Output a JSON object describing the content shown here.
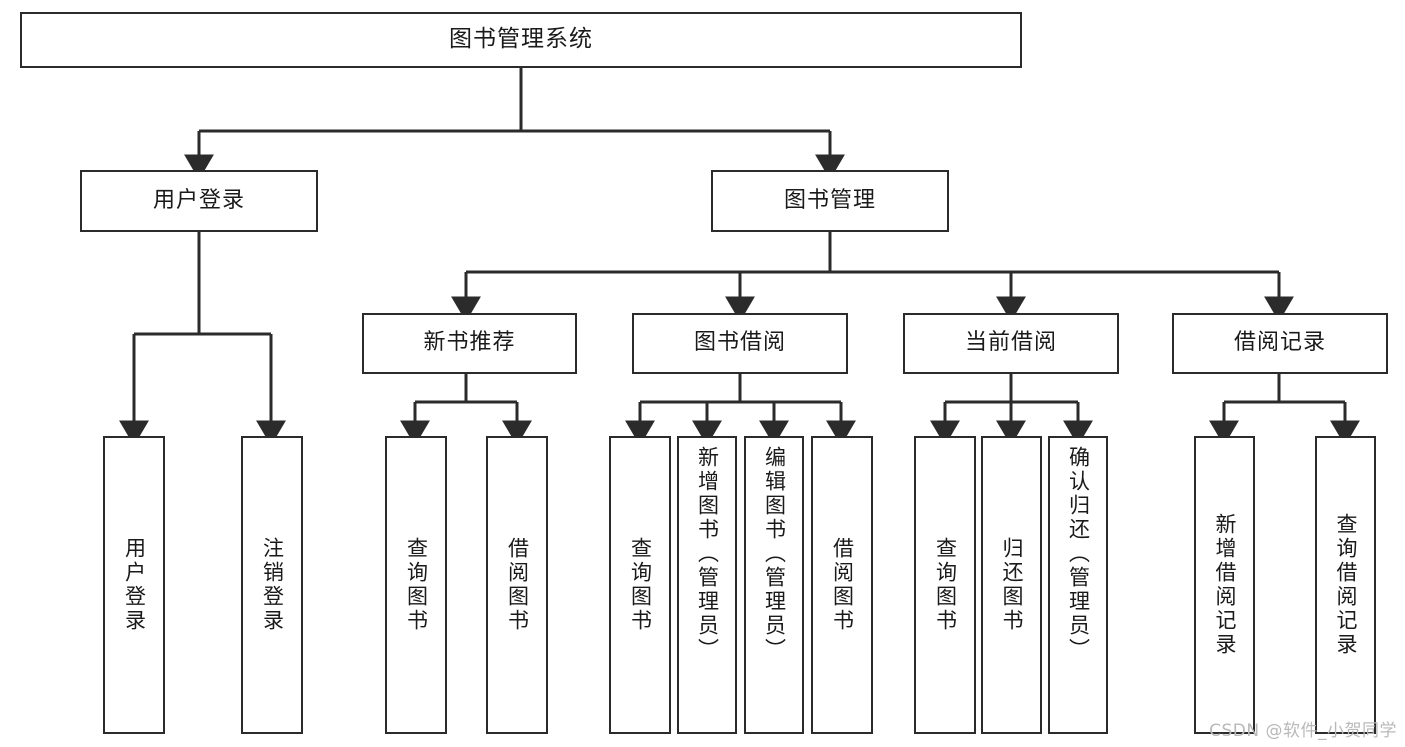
{
  "diagram": {
    "type": "tree-hierarchy",
    "title": "图书管理系统",
    "watermark": "CSDN @软件_小贺同学",
    "colors": {
      "stroke": "#2b2b2b",
      "fill": "#ffffff",
      "text": "#1a1a1a",
      "watermark": "#b9b9b9"
    },
    "nodes": {
      "root": {
        "label": "图书管理系统"
      },
      "level2": [
        {
          "id": "user_login",
          "label": "用户登录"
        },
        {
          "id": "book_manage",
          "label": "图书管理"
        }
      ],
      "level3": [
        {
          "id": "new_book_rec",
          "label": "新书推荐"
        },
        {
          "id": "book_borrow",
          "label": "图书借阅"
        },
        {
          "id": "current_borrow",
          "label": "当前借阅"
        },
        {
          "id": "borrow_record",
          "label": "借阅记录"
        }
      ],
      "leaves": {
        "user_login": [
          {
            "id": "leaf_user_login",
            "label": "用户登录"
          },
          {
            "id": "leaf_user_logout",
            "label": "注销登录"
          }
        ],
        "new_book_rec": [
          {
            "id": "leaf_query_book_1",
            "label": "查询图书"
          },
          {
            "id": "leaf_borrow_book_1",
            "label": "借阅图书"
          }
        ],
        "book_borrow": [
          {
            "id": "leaf_query_book_2",
            "label": "查询图书"
          },
          {
            "id": "leaf_add_book",
            "label": "新增图书（管理员）"
          },
          {
            "id": "leaf_edit_book",
            "label": "编辑图书（管理员）"
          },
          {
            "id": "leaf_borrow_book_2",
            "label": "借阅图书"
          }
        ],
        "current_borrow": [
          {
            "id": "leaf_query_book_3",
            "label": "查询图书"
          },
          {
            "id": "leaf_return_book",
            "label": "归还图书"
          },
          {
            "id": "leaf_confirm_return",
            "label": "确认归还（管理员）"
          }
        ],
        "borrow_record": [
          {
            "id": "leaf_add_record",
            "label": "新增借阅记录"
          },
          {
            "id": "leaf_query_record",
            "label": "查询借阅记录"
          }
        ]
      }
    }
  }
}
